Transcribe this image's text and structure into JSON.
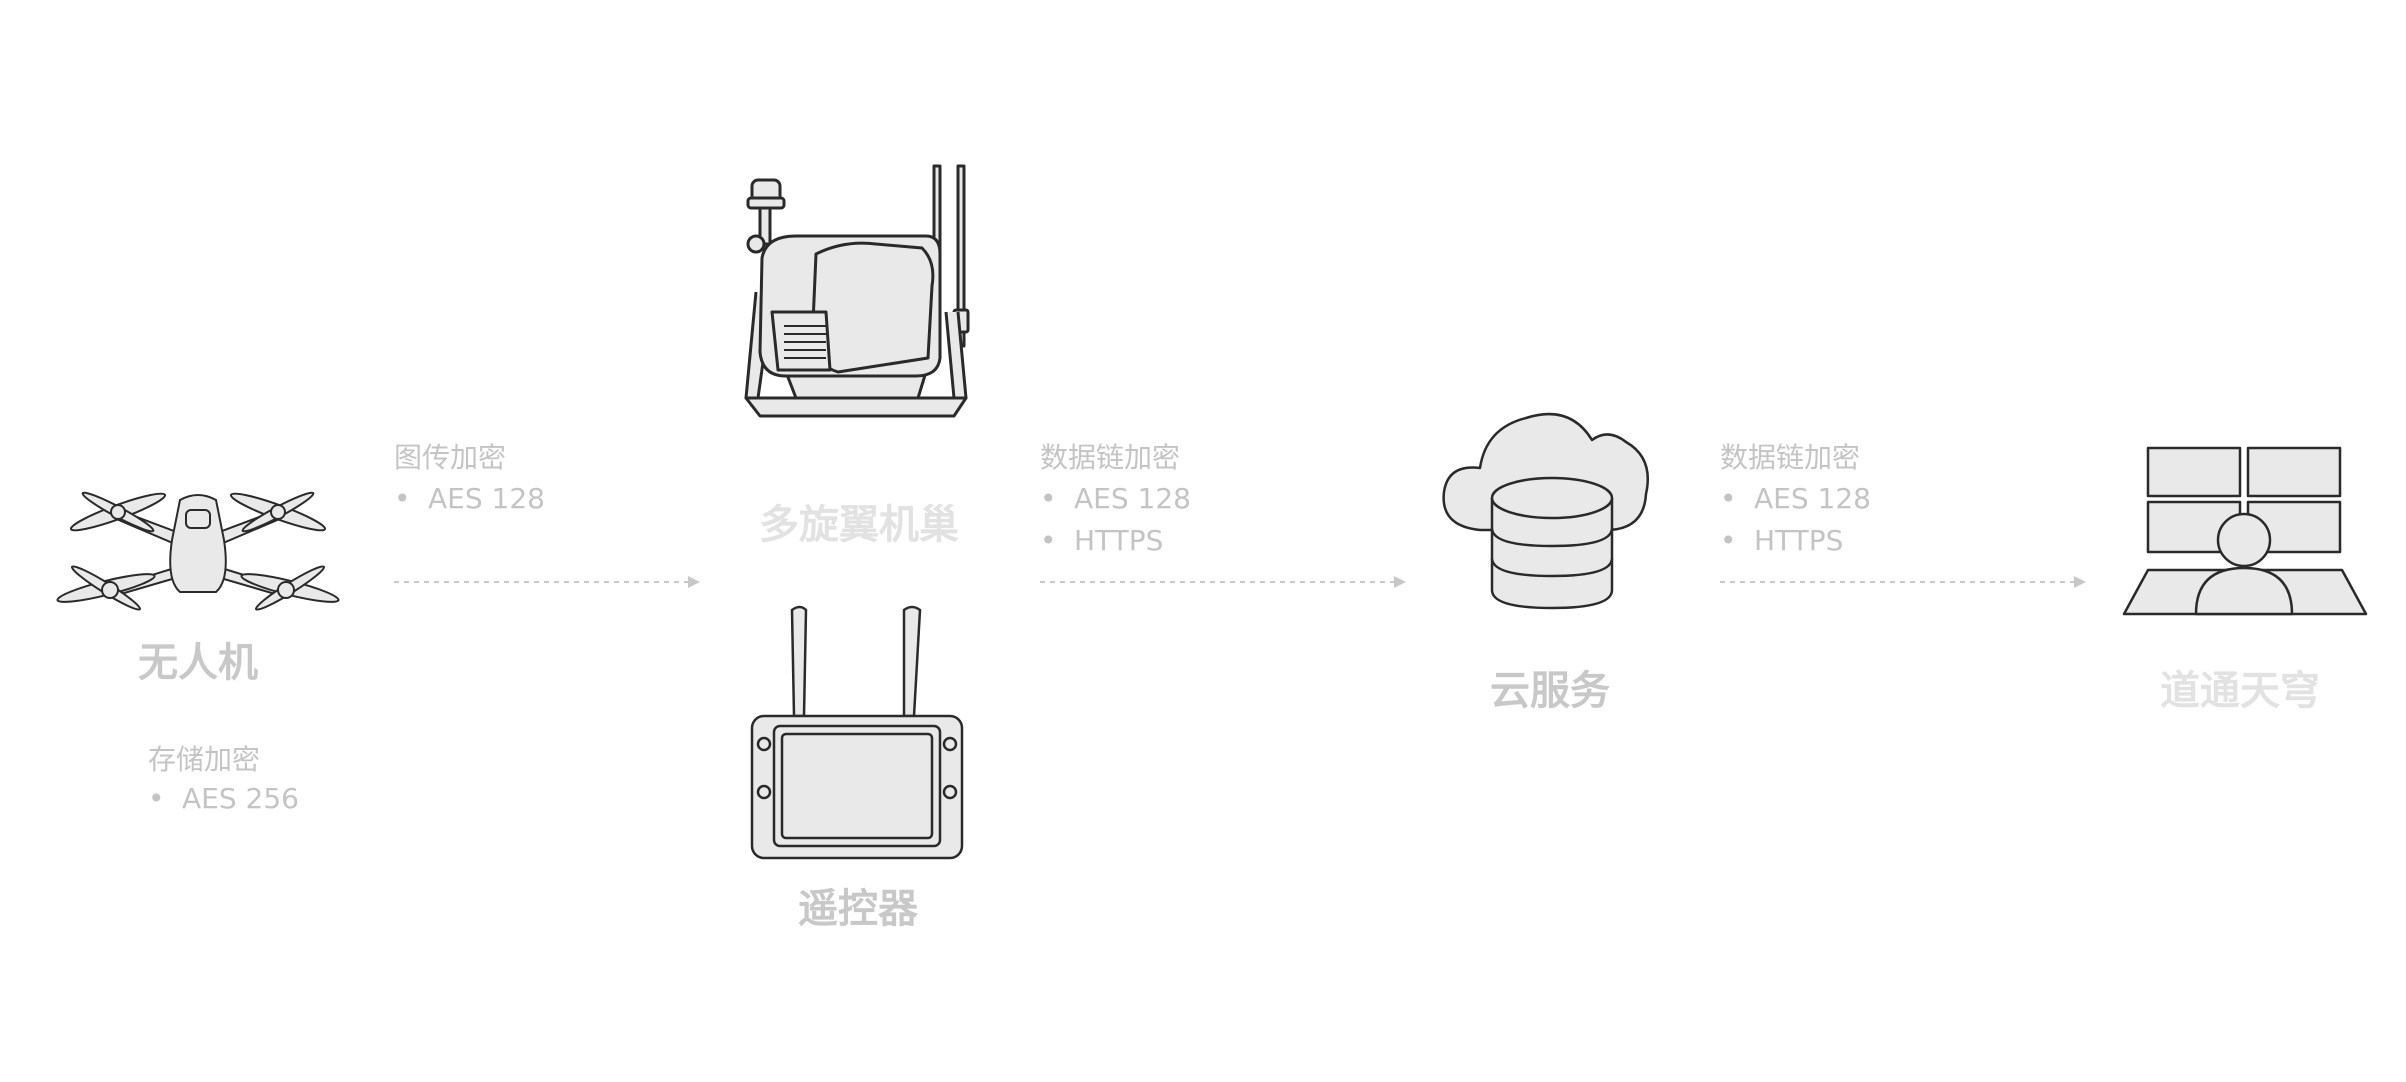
{
  "colors": {
    "label_dark": "#c8c8c8",
    "label_light": "#e2e2e2",
    "annotation": "#c4c4c4",
    "icon_fill": "#e9e9e9",
    "icon_stroke": "#2a2a2a",
    "arrow": "#c8c8c8"
  },
  "nodes": {
    "drone": {
      "label": "无人机",
      "icon": "drone-icon"
    },
    "dock": {
      "label": "多旋翼机巢",
      "icon": "dock-icon"
    },
    "controller": {
      "label": "遥控器",
      "icon": "remote-controller-icon"
    },
    "cloud": {
      "label": "云服务",
      "icon": "cloud-database-icon"
    },
    "platform": {
      "label": "道通天穹",
      "icon": "operator-workstation-icon"
    }
  },
  "annotations": {
    "storage": {
      "title": "存储加密",
      "items": [
        "AES 256"
      ]
    },
    "image_link": {
      "title": "图传加密",
      "items": [
        "AES 128"
      ]
    },
    "data_link_1": {
      "title": "数据链加密",
      "items": [
        "AES 128",
        "HTTPS"
      ]
    },
    "data_link_2": {
      "title": "数据链加密",
      "items": [
        "AES 128",
        "HTTPS"
      ]
    }
  }
}
